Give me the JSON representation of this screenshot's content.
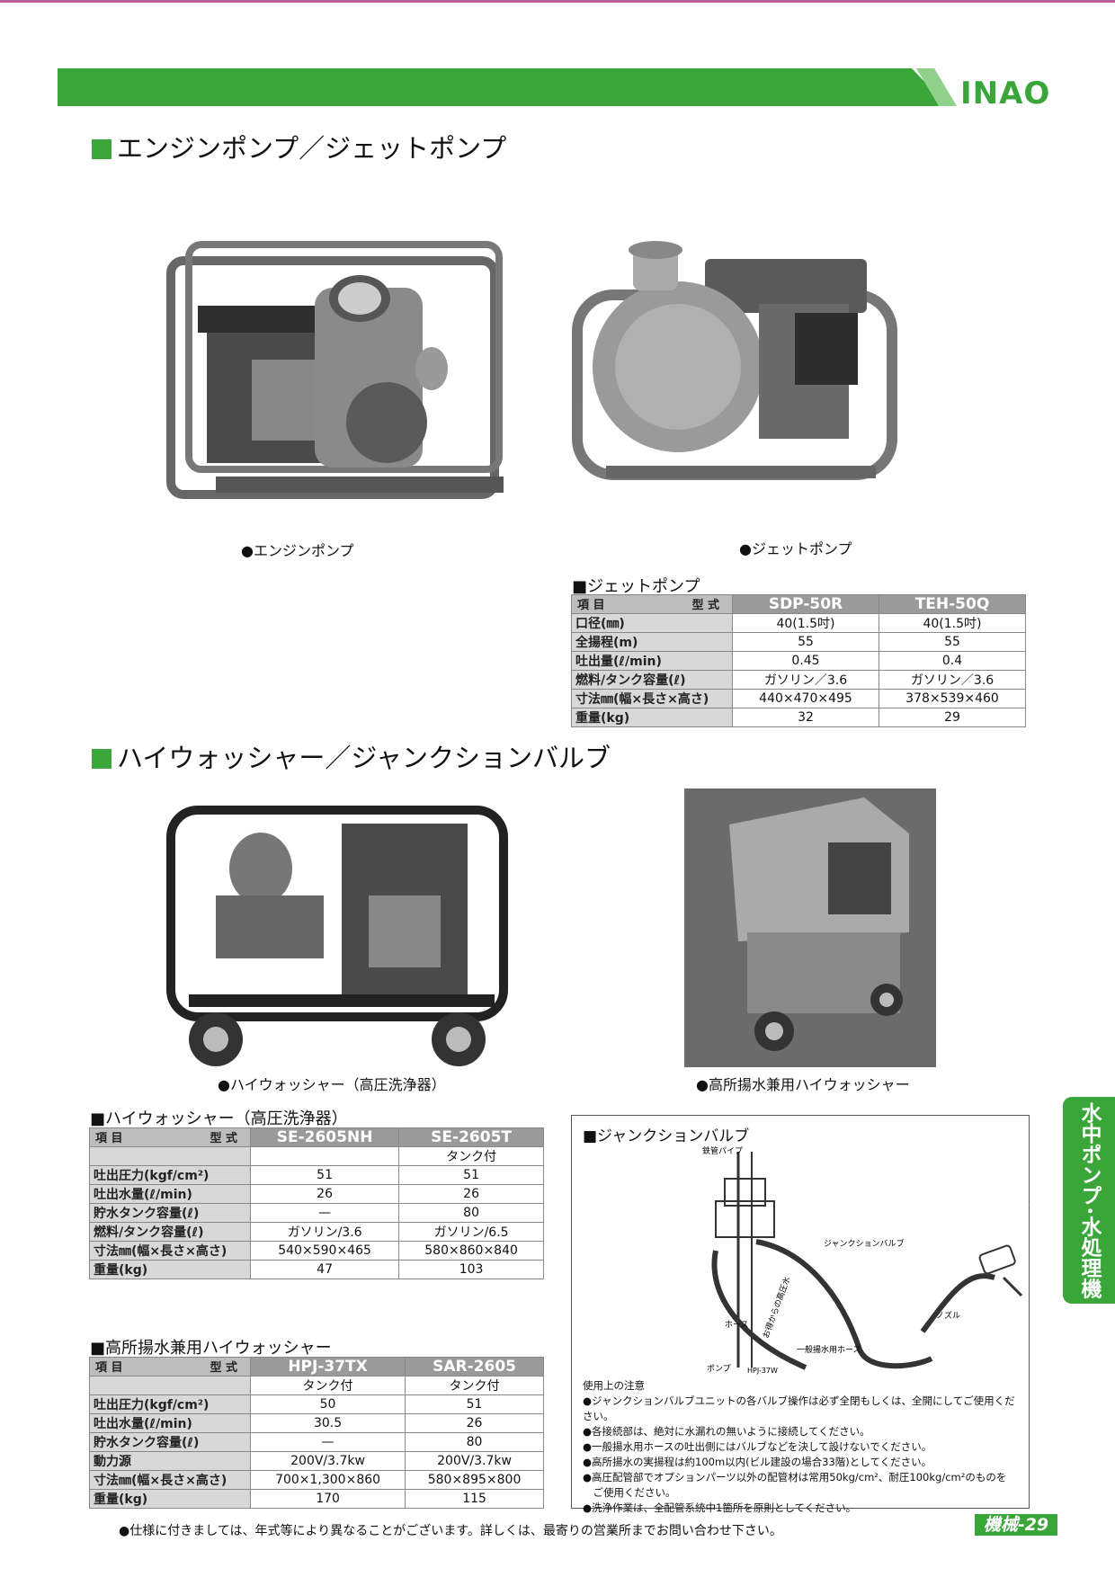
{
  "brand": {
    "logo_text": "INAO",
    "accent_color": "#3aa639"
  },
  "section1": {
    "title": "エンジンポンプ／ジェットポンプ"
  },
  "photos1": [
    {
      "caption": "●エンジンポンプ"
    },
    {
      "caption": "●ジェットポンプ"
    }
  ],
  "jet_table": {
    "title": "■ジェットポンプ",
    "corner_item": "項 目",
    "corner_model": "型 式",
    "models": [
      "SDP-50R",
      "TEH-50Q"
    ],
    "rows": [
      {
        "label": "口径(㎜)",
        "values": [
          "40(1.5吋)",
          "40(1.5吋)"
        ]
      },
      {
        "label": "全揚程(m)",
        "values": [
          "55",
          "55"
        ]
      },
      {
        "label": "吐出量(ℓ/min)",
        "values": [
          "0.45",
          "0.4"
        ]
      },
      {
        "label": "燃料/タンク容量(ℓ)",
        "values": [
          "ガソリン／3.6",
          "ガソリン／3.6"
        ]
      },
      {
        "label": "寸法㎜(幅×長さ×高さ)",
        "values": [
          "440×470×495",
          "378×539×460"
        ]
      },
      {
        "label": "重量(kg)",
        "values": [
          "32",
          "29"
        ]
      }
    ]
  },
  "section2": {
    "title": "ハイウォッシャー／ジャンクションバルブ"
  },
  "photos2": [
    {
      "caption": "●ハイウォッシャー（高圧洗浄器）"
    },
    {
      "caption": "●高所揚水兼用ハイウォッシャー"
    }
  ],
  "washer_table": {
    "title": "■ハイウォッシャー（高圧洗浄器）",
    "corner_item": "項 目",
    "corner_model": "型 式",
    "models": [
      "SE-2605NH",
      "SE-2605T"
    ],
    "subrow": [
      "",
      "タンク付"
    ],
    "rows": [
      {
        "label": "吐出圧力(kgf/cm²)",
        "values": [
          "51",
          "51"
        ]
      },
      {
        "label": "吐出水量(ℓ/min)",
        "values": [
          "26",
          "26"
        ]
      },
      {
        "label": "貯水タンク容量(ℓ)",
        "values": [
          "—",
          "80"
        ]
      },
      {
        "label": "燃料/タンク容量(ℓ)",
        "values": [
          "ガソリン/3.6",
          "ガソリン/6.5"
        ]
      },
      {
        "label": "寸法㎜(幅×長さ×高さ)",
        "values": [
          "540×590×465",
          "580×860×840"
        ]
      },
      {
        "label": "重量(kg)",
        "values": [
          "47",
          "103"
        ]
      }
    ]
  },
  "high_table": {
    "title": "■高所揚水兼用ハイウォッシャー",
    "corner_item": "項 目",
    "corner_model": "型 式",
    "models": [
      "HPJ-37TX",
      "SAR-2605"
    ],
    "subrow": [
      "タンク付",
      "タンク付"
    ],
    "rows": [
      {
        "label": "吐出圧力(kgf/cm²)",
        "values": [
          "50",
          "51"
        ]
      },
      {
        "label": "吐出水量(ℓ/min)",
        "values": [
          "30.5",
          "26"
        ]
      },
      {
        "label": "貯水タンク容量(ℓ)",
        "values": [
          "—",
          "80"
        ]
      },
      {
        "label": "動力源",
        "values": [
          "200V/3.7kw",
          "200V/3.7kw"
        ]
      },
      {
        "label": "寸法㎜(幅×長さ×高さ)",
        "values": [
          "700×1,300×860",
          "580×895×800"
        ]
      },
      {
        "label": "重量(kg)",
        "values": [
          "170",
          "115"
        ]
      }
    ]
  },
  "junction": {
    "title": "■ジャンクションバルブ",
    "labels": {
      "pipe": "鉄管パイプ",
      "valve": "ジャンクションバルブ",
      "nozzle": "ノズル",
      "hose": "ホース",
      "pressure": "お得からの高圧水",
      "general_hose": "一般揚水用ホース",
      "pump": "ポンプ",
      "pump_model": "HPJ-37W"
    },
    "notes_title": "使用上の注意",
    "notes": [
      "●ジャンクションバルブユニットの各バルブ操作は必ず全閉もしくは、全開にしてご使用ください。",
      "●各接続部は、絶対に水漏れの無いように接続してください。",
      "●一般揚水用ホースの吐出側にはバルブなどを決して設けないでください。",
      "●高所揚水の実揚程は約100m以内(ビル建設の場合33階)としてください。",
      "●高圧配管部でオプションパーツ以外の配管材は常用50kg/cm²、耐圧100kg/cm²のものを",
      "　ご使用ください。",
      "●洗浄作業は、全配管系統中1箇所を原則としてください。"
    ]
  },
  "sidetab": {
    "text": "水中ポンプ･水処理機器"
  },
  "footer": {
    "note": "●仕様に付きましては、年式等により異なることがございます。詳しくは、最寄りの営業所までお問い合わせ下さい。"
  },
  "page_number": "機械-29"
}
